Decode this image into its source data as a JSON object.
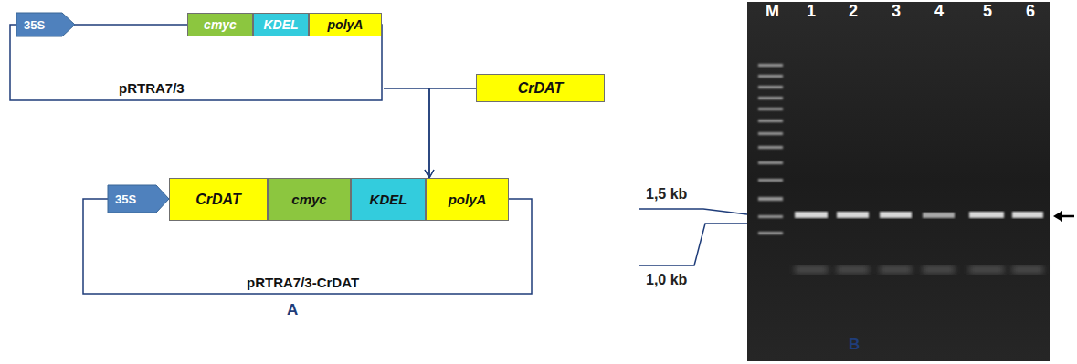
{
  "diagram": {
    "nodes": [
      {
        "text": [
          "pRTRA7/3"
        ]
      },
      {
        "text": [
          "35S"
        ],
        "in": 0
      },
      {
        "text": [
          "cmyc"
        ],
        "in": 0
      },
      {
        "text": [
          "KDEL"
        ],
        "in": 0
      },
      {
        "text": [
          "polyA"
        ],
        "in": 0
      },
      {
        "text": [
          "CrDAT"
        ]
      },
      {
        "text": [
          "pRTRA7/3-CrDAT"
        ]
      },
      {
        "text": [
          "35S"
        ],
        "in": 6
      },
      {
        "text": [
          "CrDAT"
        ],
        "in": 6
      },
      {
        "text": [
          "cmyc"
        ],
        "in": 6
      },
      {
        "text": [
          "KDEL"
        ],
        "in": 6
      },
      {
        "text": [
          "polyA"
        ],
        "in": 6
      }
    ],
    "edges": [
      {
        "from": 0,
        "to": 6,
        "arrow": "to"
      },
      {
        "from": 5,
        "to": 6,
        "arrow": "to"
      }
    ],
    "labels": [
      "M",
      "1",
      "2",
      "3",
      "4",
      "5",
      "6",
      "1,5 kb",
      "1,0 kb",
      "A",
      "B"
    ]
  }
}
